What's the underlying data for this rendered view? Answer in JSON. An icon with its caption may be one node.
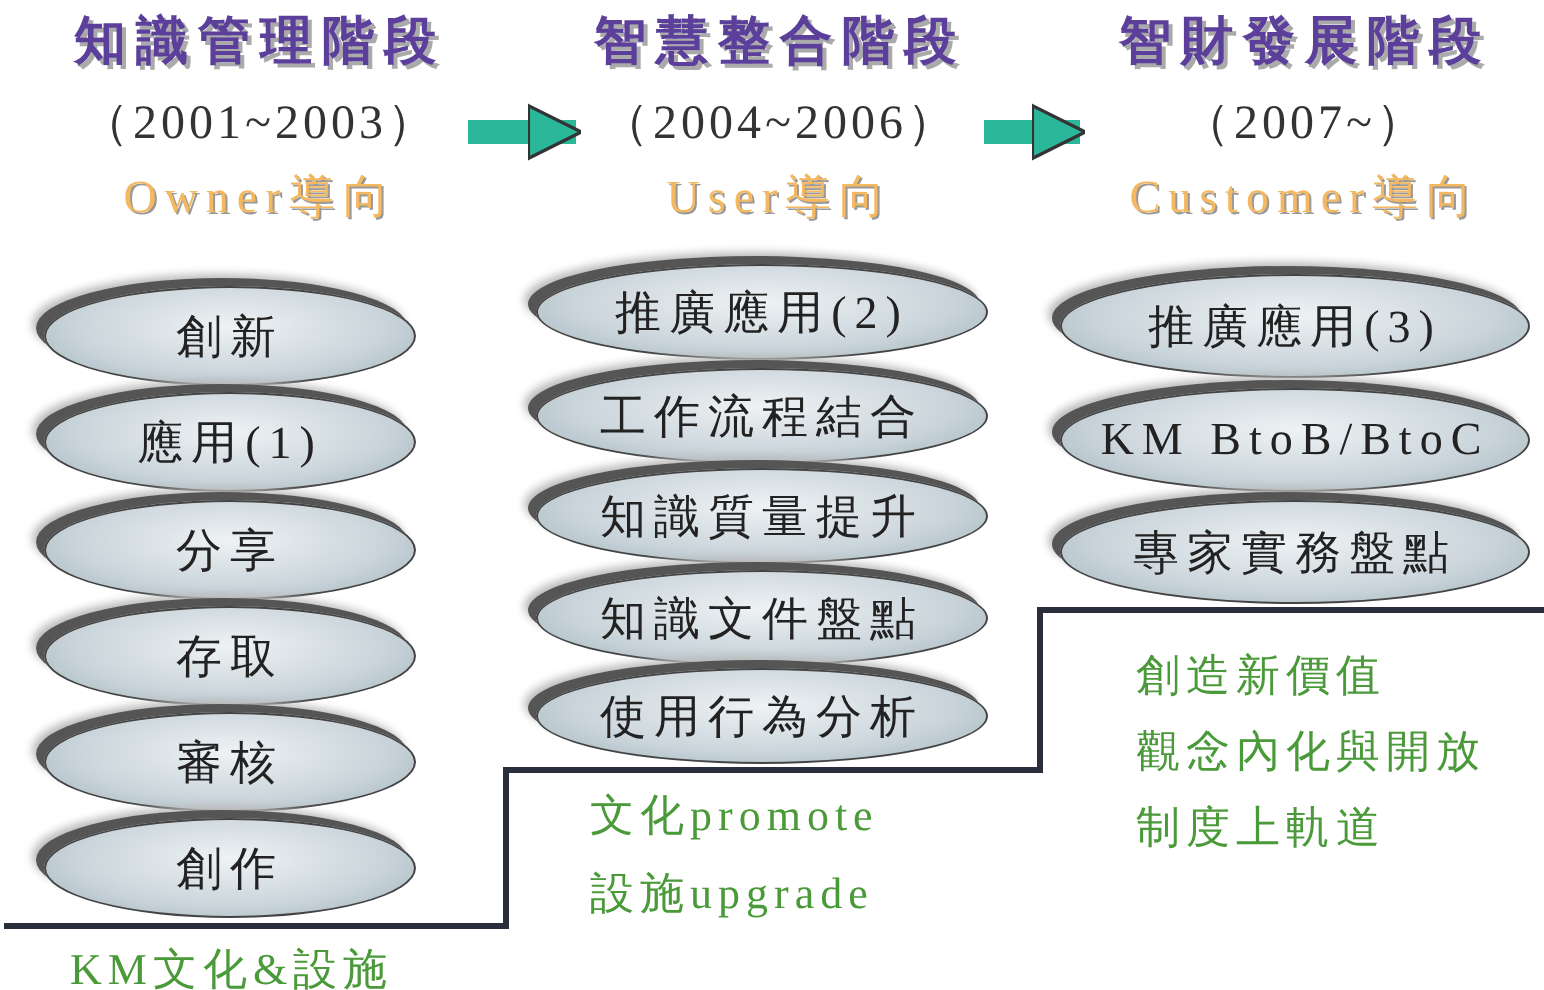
{
  "diagram": {
    "nodes": [
      {
        "text": [
          "知識管理階段",
          "（2001~2003）",
          "Owner導向"
        ]
      },
      {
        "text": [
          "智慧整合階段",
          "（2004~2006）",
          "User導向"
        ]
      },
      {
        "text": [
          "智財發展階段",
          "（2007~）",
          "Customer導向"
        ]
      },
      {
        "text": [
          "創新"
        ]
      },
      {
        "text": [
          "應用(1)"
        ]
      },
      {
        "text": [
          "分享"
        ]
      },
      {
        "text": [
          "存取"
        ]
      },
      {
        "text": [
          "審核"
        ]
      },
      {
        "text": [
          "創作"
        ]
      },
      {
        "text": [
          "推廣應用(2)"
        ]
      },
      {
        "text": [
          "工作流程結合"
        ]
      },
      {
        "text": [
          "知識質量提升"
        ]
      },
      {
        "text": [
          "知識文件盤點"
        ]
      },
      {
        "text": [
          "使用行為分析"
        ]
      },
      {
        "text": [
          "推廣應用(3)"
        ]
      },
      {
        "text": [
          "KM BtoB/BtoC"
        ]
      },
      {
        "text": [
          "專家實務盤點"
        ]
      }
    ],
    "edges": [
      {
        "from": 0,
        "to": 1,
        "arrow": "to"
      },
      {
        "from": 1,
        "to": 2,
        "arrow": "to"
      }
    ],
    "labels": [
      "KM文化&設施",
      "文化promote",
      "設施upgrade",
      "創造新價值",
      "觀念內化與開放",
      "制度上軌道"
    ]
  }
}
